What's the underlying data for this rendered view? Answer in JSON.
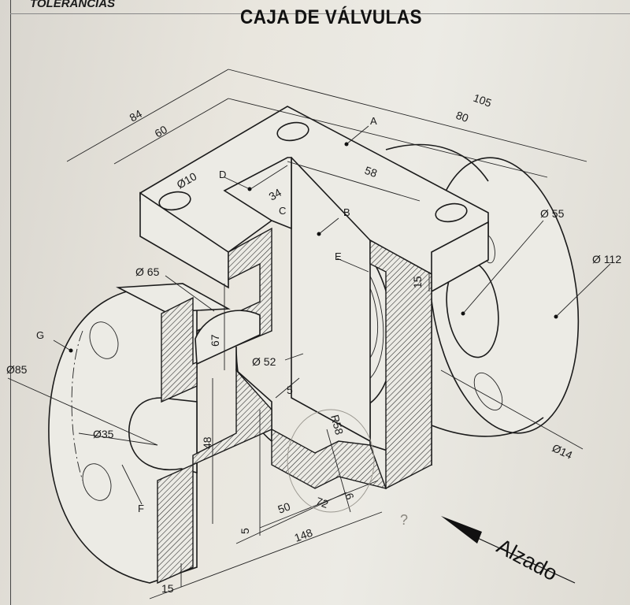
{
  "header": {
    "corner_label": "TOLERANCIAS",
    "title": "CAJA DE VÁLVULAS"
  },
  "dimensions": {
    "d84": "84",
    "d60": "60",
    "d105": "105",
    "d80": "80",
    "d58": "58",
    "d34": "34",
    "d15_top": "15",
    "d15_bottom": "15",
    "d67": "67",
    "d48": "48",
    "d5_top": "5",
    "d5_bottom": "5",
    "d50": "50",
    "d72": "72",
    "d148": "148",
    "d6": "6",
    "r58": "R58",
    "dia10": "Ø10",
    "dia65": "Ø 65",
    "dia52": "Ø 52",
    "dia55": "Ø 55",
    "dia112": "Ø 112",
    "dia85": "Ø85",
    "dia35": "Ø35",
    "dia14": "Ø14"
  },
  "points": {
    "A": "A",
    "B": "B",
    "C": "C",
    "D": "D",
    "E": "E",
    "F": "F",
    "G": "G"
  },
  "annotation_question": "?",
  "view_arrow_label": "Alzado"
}
